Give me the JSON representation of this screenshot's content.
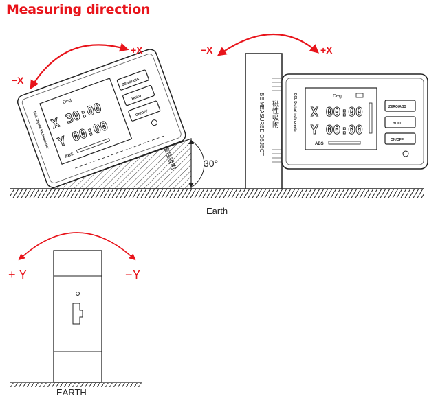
{
  "title": "Measuring direction",
  "colors": {
    "title": "#e8141b",
    "arrow": "#e8141b",
    "line": "#222222"
  },
  "labels": {
    "plus_x": "+X",
    "minus_x": "−X",
    "plus_y": "+ Y",
    "minus_y": "−Y",
    "angle": "30°",
    "earth": "Earth",
    "earth_caps": "EARTH",
    "object": "BE MEASURED OBJECT",
    "magnet": "磁性吸附"
  },
  "device": {
    "brand": "DXL Digital Inclinometer",
    "unit": "Deg",
    "tilted_x": "X 30:00",
    "tilted_y": "Y 00:00",
    "flat_x": "X 00:00",
    "flat_y": "Y 00:00",
    "mode": "ABS",
    "buttons": [
      "ZERO/ABS",
      "HOLD",
      "ON/OFF"
    ]
  }
}
